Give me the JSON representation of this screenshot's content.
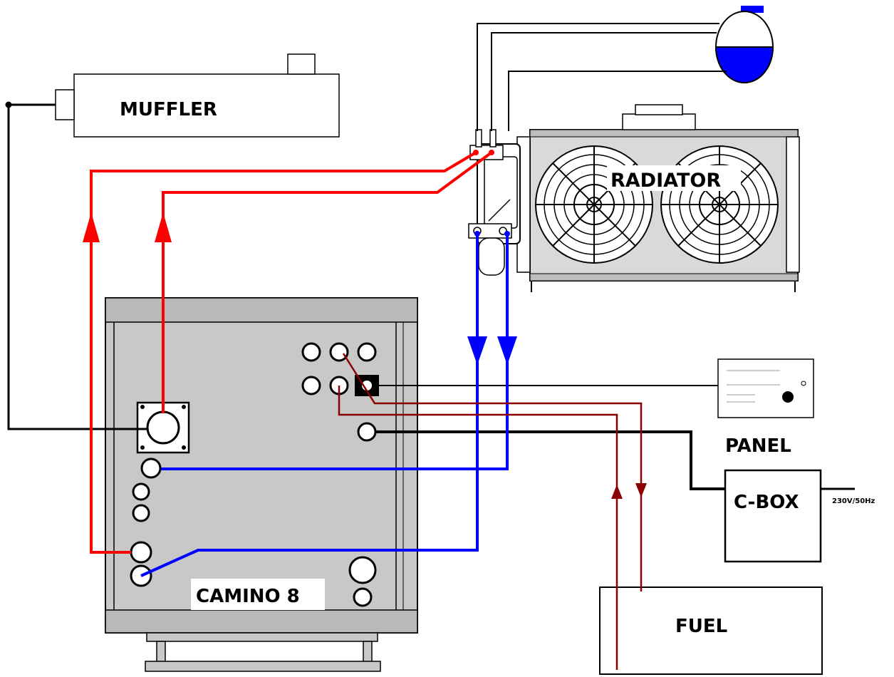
{
  "labels": {
    "muffler": "MUFFLER",
    "radiator": "RADIATOR",
    "panel": "PANEL",
    "cbox": "C-BOX",
    "power": "230V/50Hz",
    "unit": "CAMINO 8",
    "fuel": "FUEL"
  },
  "colors": {
    "hot_line": "#ff0000",
    "cold_line": "#0000ff",
    "fuel_line": "#8b0000",
    "cable": "#000000",
    "unit_body": "#c8c8c8",
    "radiator_body": "#d9d9d9",
    "expansion_tank": "#0000ff"
  }
}
